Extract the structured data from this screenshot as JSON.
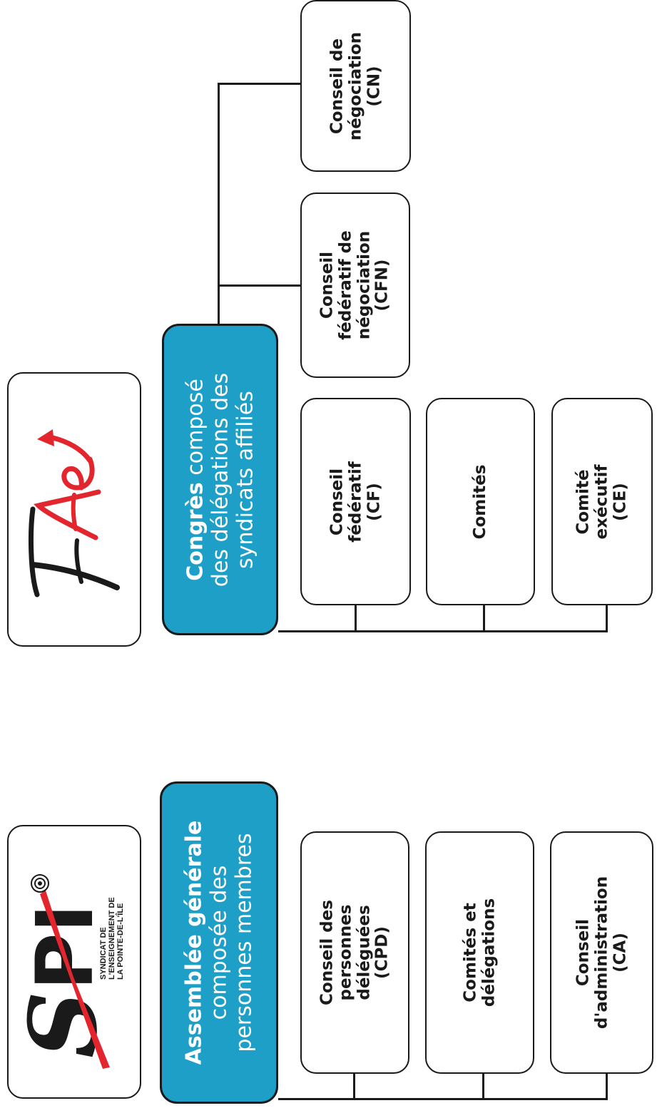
{
  "logos": {
    "spi": {
      "initials": "SPI",
      "text": [
        "SYNDICAT DE",
        "L'ENSEIGNEMENT DE",
        "LA POINTE-DE-L'ÎLE"
      ],
      "colors": {
        "dark": "#1a1a1a",
        "red": "#e3262e"
      }
    },
    "fae": {
      "text": "FAE",
      "colors": {
        "dark": "#1a1a1a",
        "red": "#e3262e"
      }
    }
  },
  "spi_org": {
    "main": {
      "title": "Assemblée générale",
      "lines": [
        "composée des",
        "personnes membres"
      ]
    },
    "children": [
      {
        "label": [
          "Conseil des",
          "personnes",
          "déléguées",
          "(CPD)"
        ]
      },
      {
        "label": [
          "Comités et",
          "délégations"
        ]
      },
      {
        "label": [
          "Conseil",
          "d'administration",
          "(CA)"
        ]
      }
    ]
  },
  "fae_org": {
    "main": {
      "title": "Congrès",
      "title_suffix": " composé",
      "lines": [
        "des délégations des",
        "syndicats affiliés"
      ]
    },
    "children_bottom": [
      {
        "label": [
          "Conseil",
          "fédératif",
          "(CF)"
        ]
      },
      {
        "label": [
          "Comités"
        ]
      },
      {
        "label": [
          "Comité",
          "exécutif",
          "(CE)"
        ]
      }
    ],
    "children_top": [
      {
        "label": [
          "Conseil",
          "fédératif de",
          "négociation",
          "(CFN)"
        ]
      },
      {
        "label": [
          "Conseil de",
          "négociation",
          "(CN)"
        ]
      }
    ]
  },
  "colors": {
    "main_fill": "#1e9fc7",
    "border": "#1a1a1a",
    "text_on_main": "#ffffff"
  }
}
